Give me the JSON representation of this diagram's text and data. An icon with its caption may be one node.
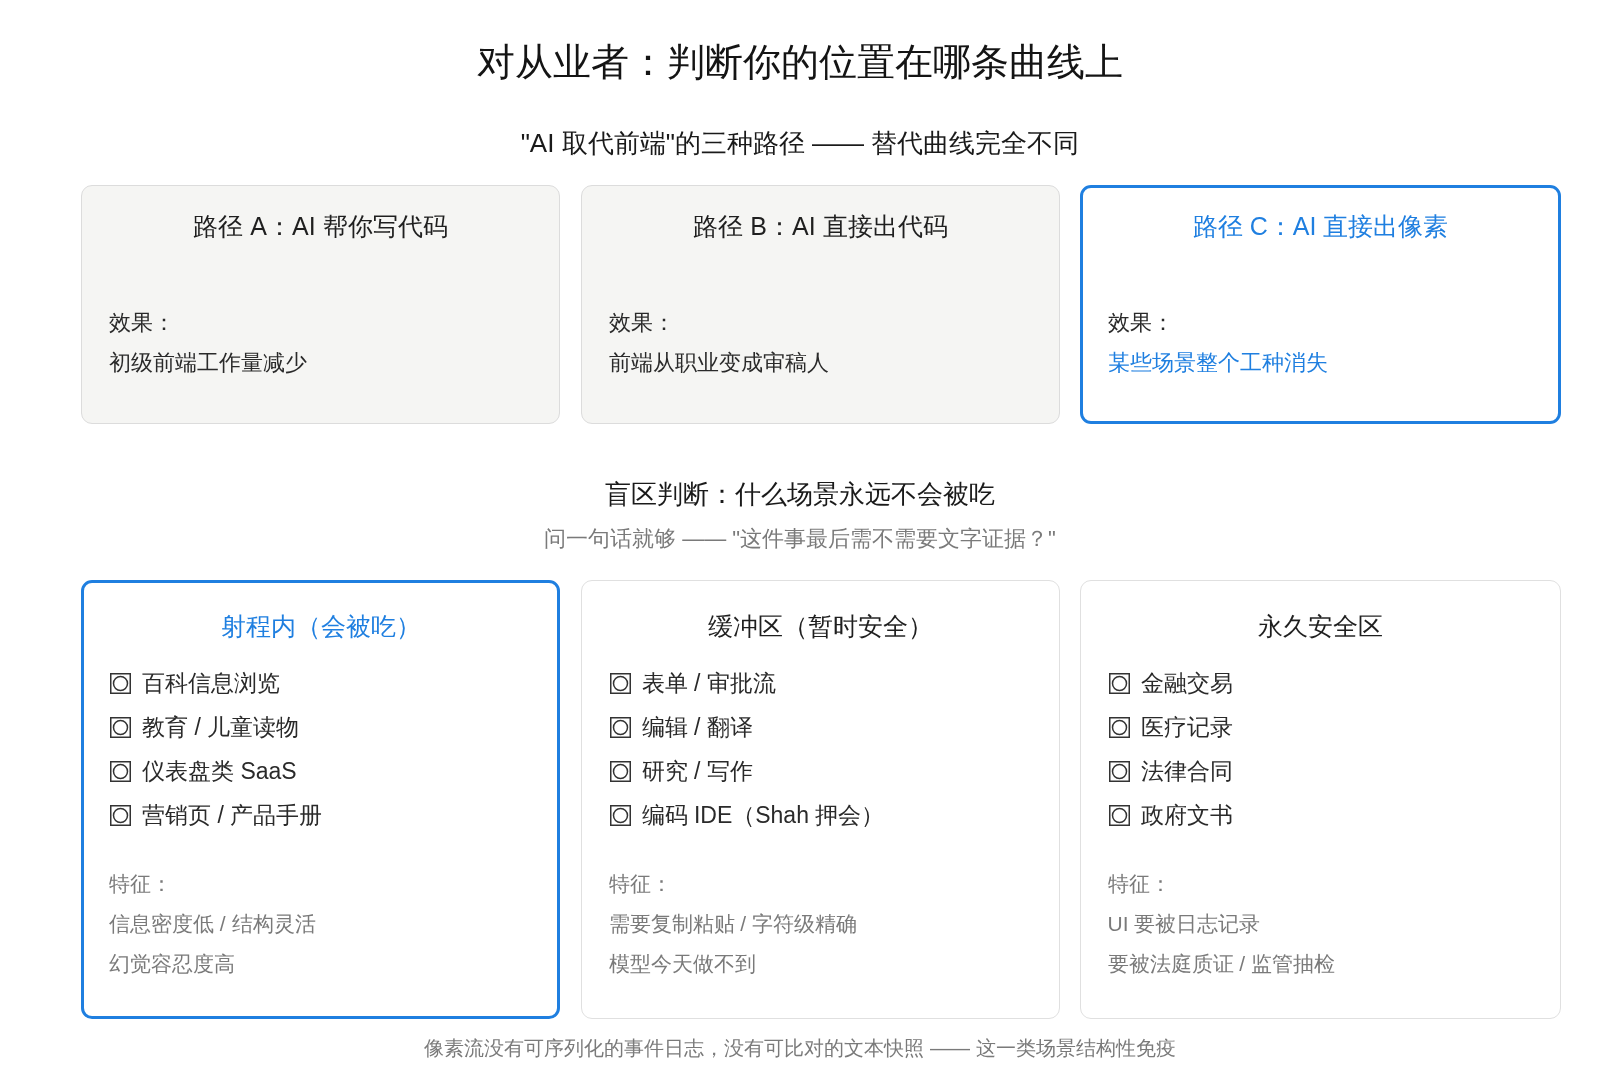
{
  "diagram": {
    "title": "对从业者：判断你的位置在哪条曲线上",
    "caption": "像素流没有可序列化的事件日志，没有可比对的文本快照 —— 这一类场景结构性免疫",
    "nodes": [
      {
        "text": [
          "路径 A：AI 帮你写代码",
          "效果：",
          "初级前端工作量减少"
        ]
      },
      {
        "text": [
          "路径 B：AI 直接出代码",
          "效果：",
          "前端从职业变成审稿人"
        ]
      },
      {
        "text": [
          "路径 C：AI 直接出像素",
          "效果：",
          "某些场景整个工种消失"
        ]
      },
      {
        "text": [
          "射程内（会被吃）",
          "百科信息浏览",
          "教育 / 儿童读物",
          "仪表盘类 SaaS",
          "营销页 / 产品手册",
          "特征：",
          "信息密度低 / 结构灵活",
          "幻觉容忍度高"
        ]
      },
      {
        "text": [
          "缓冲区（暂时安全）",
          "表单 / 审批流",
          "编辑 / 翻译",
          "研究 / 写作",
          "编码 IDE（Shah 押会）",
          "特征：",
          "需要复制粘贴 / 字符级精确",
          "模型今天做不到"
        ]
      },
      {
        "text": [
          "永久安全区",
          "金融交易",
          "医疗记录",
          "法律合同",
          "政府文书",
          "特征：",
          "UI 要被日志记录",
          "要被法庭质证 / 监管抽检"
        ]
      }
    ],
    "labels": [
      "\"AI 取代前端\"的三种路径 —— 替代曲线完全不同",
      "盲区判断：什么场景永远不会被吃",
      "问一句话就够 —— \"这件事最后需不需要文字证据？\""
    ]
  }
}
